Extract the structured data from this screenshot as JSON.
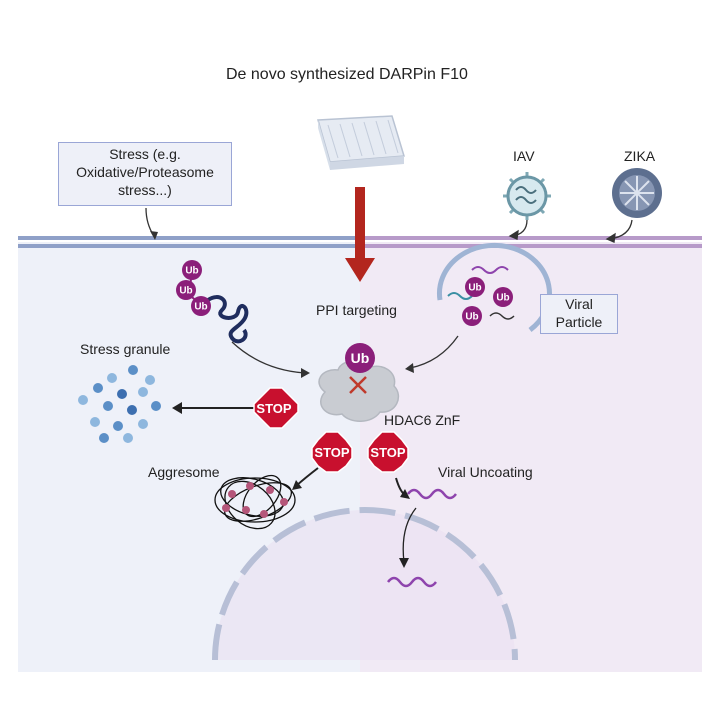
{
  "title": "De novo synthesized DARPin F10",
  "stress_box": {
    "line1": "Stress (e.g.",
    "line2": "Oxidative/Proteasome",
    "line3": "stress...)"
  },
  "virus_labels": {
    "iav": "IAV",
    "zika": "ZIKA"
  },
  "viral_particle_box": {
    "line1": "Viral",
    "line2": "Particle"
  },
  "labels": {
    "ppi_targeting": "PPI targeting",
    "stress_granule": "Stress granule",
    "hdac6": "HDAC6 ZnF",
    "aggresome": "Aggresome",
    "viral_uncoating": "Viral Uncoating"
  },
  "ub_label": "Ub",
  "stop_label": "STOP",
  "colors": {
    "left_bg": "#eef1f9",
    "right_bg": "#f1eaf5",
    "membrane_blue": "#8fa0c8",
    "membrane_purple": "#b79ac9",
    "arrow_red": "#b3261e",
    "ub_purple": "#8b1f7a",
    "stop_red": "#c8102e",
    "granule_blue": "#5b8fc7",
    "rna_purple": "#8e44ad"
  }
}
